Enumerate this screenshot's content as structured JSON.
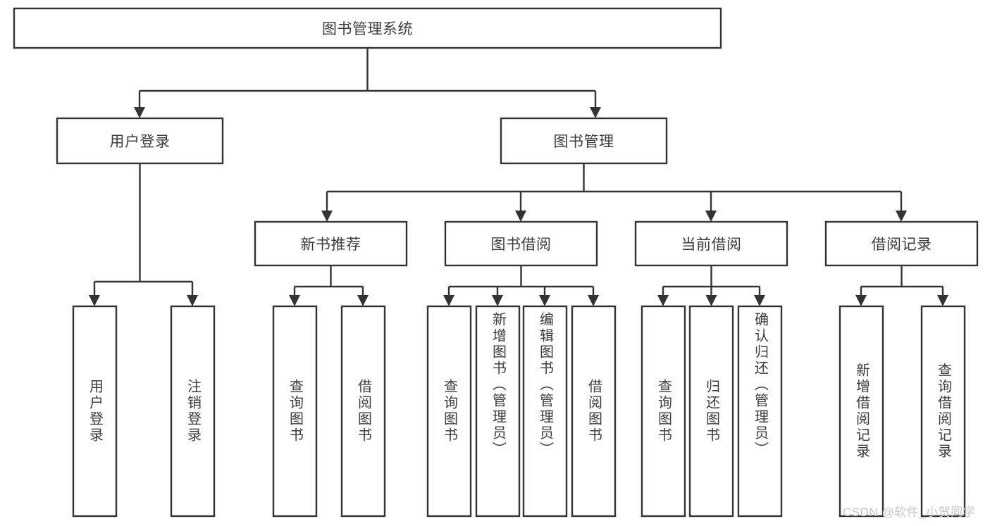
{
  "diagram": {
    "type": "tree-hierarchy-chart",
    "title": "图书管理系统",
    "watermark": "CSDN @软件_小贺同学",
    "colors": {
      "stroke": "#333333",
      "box_fill": "#ffffff",
      "text": "#3d3d3d",
      "background": "#ffffff",
      "watermark": "#c8c8c8"
    },
    "levels": {
      "root": {
        "label": "图书管理系统",
        "orientation": "horizontal"
      },
      "level2": [
        {
          "label": "用户登录",
          "orientation": "horizontal"
        },
        {
          "label": "图书管理",
          "orientation": "horizontal"
        }
      ],
      "level3": [
        {
          "label": "新书推荐",
          "orientation": "horizontal",
          "parent": "图书管理"
        },
        {
          "label": "图书借阅",
          "orientation": "horizontal",
          "parent": "图书管理"
        },
        {
          "label": "当前借阅",
          "orientation": "horizontal",
          "parent": "图书管理"
        },
        {
          "label": "借阅记录",
          "orientation": "horizontal",
          "parent": "图书管理"
        }
      ],
      "leaves": [
        {
          "label": "用户登录",
          "orientation": "vertical",
          "parent": "用户登录"
        },
        {
          "label": "注销登录",
          "orientation": "vertical",
          "parent": "用户登录"
        },
        {
          "label": "查询图书",
          "orientation": "vertical",
          "parent": "新书推荐"
        },
        {
          "label": "借阅图书",
          "orientation": "vertical",
          "parent": "新书推荐"
        },
        {
          "label": "查询图书",
          "orientation": "vertical",
          "parent": "图书借阅"
        },
        {
          "label": "新增图书（管理员）",
          "orientation": "vertical",
          "parent": "图书借阅"
        },
        {
          "label": "编辑图书（管理员）",
          "orientation": "vertical",
          "parent": "图书借阅"
        },
        {
          "label": "借阅图书",
          "orientation": "vertical",
          "parent": "图书借阅"
        },
        {
          "label": "查询图书",
          "orientation": "vertical",
          "parent": "当前借阅"
        },
        {
          "label": "归还图书",
          "orientation": "vertical",
          "parent": "当前借阅"
        },
        {
          "label": "确认归还（管理员）",
          "orientation": "vertical",
          "parent": "当前借阅"
        },
        {
          "label": "新增借阅记录",
          "orientation": "vertical",
          "parent": "借阅记录"
        },
        {
          "label": "查询借阅记录",
          "orientation": "vertical",
          "parent": "借阅记录"
        }
      ]
    }
  }
}
